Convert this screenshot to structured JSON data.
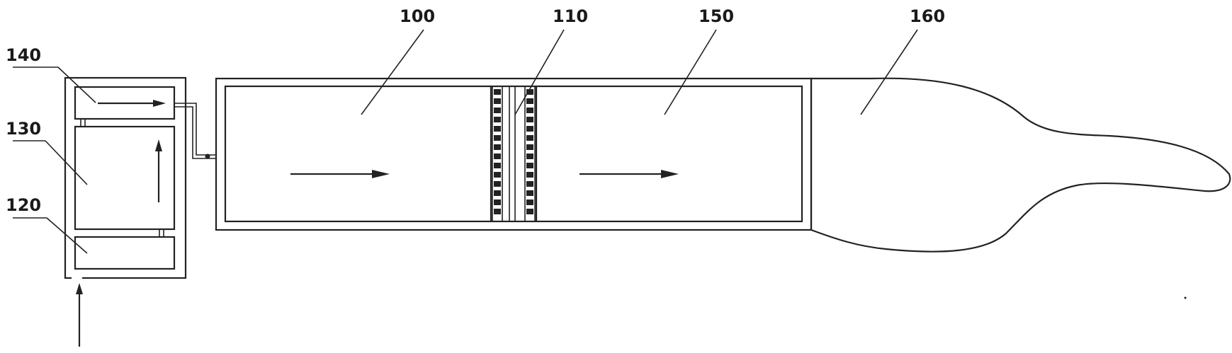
{
  "labels": {
    "l100": "100",
    "l110": "110",
    "l120": "120",
    "l130": "130",
    "l140": "140",
    "l150": "150",
    "l160": "160"
  }
}
